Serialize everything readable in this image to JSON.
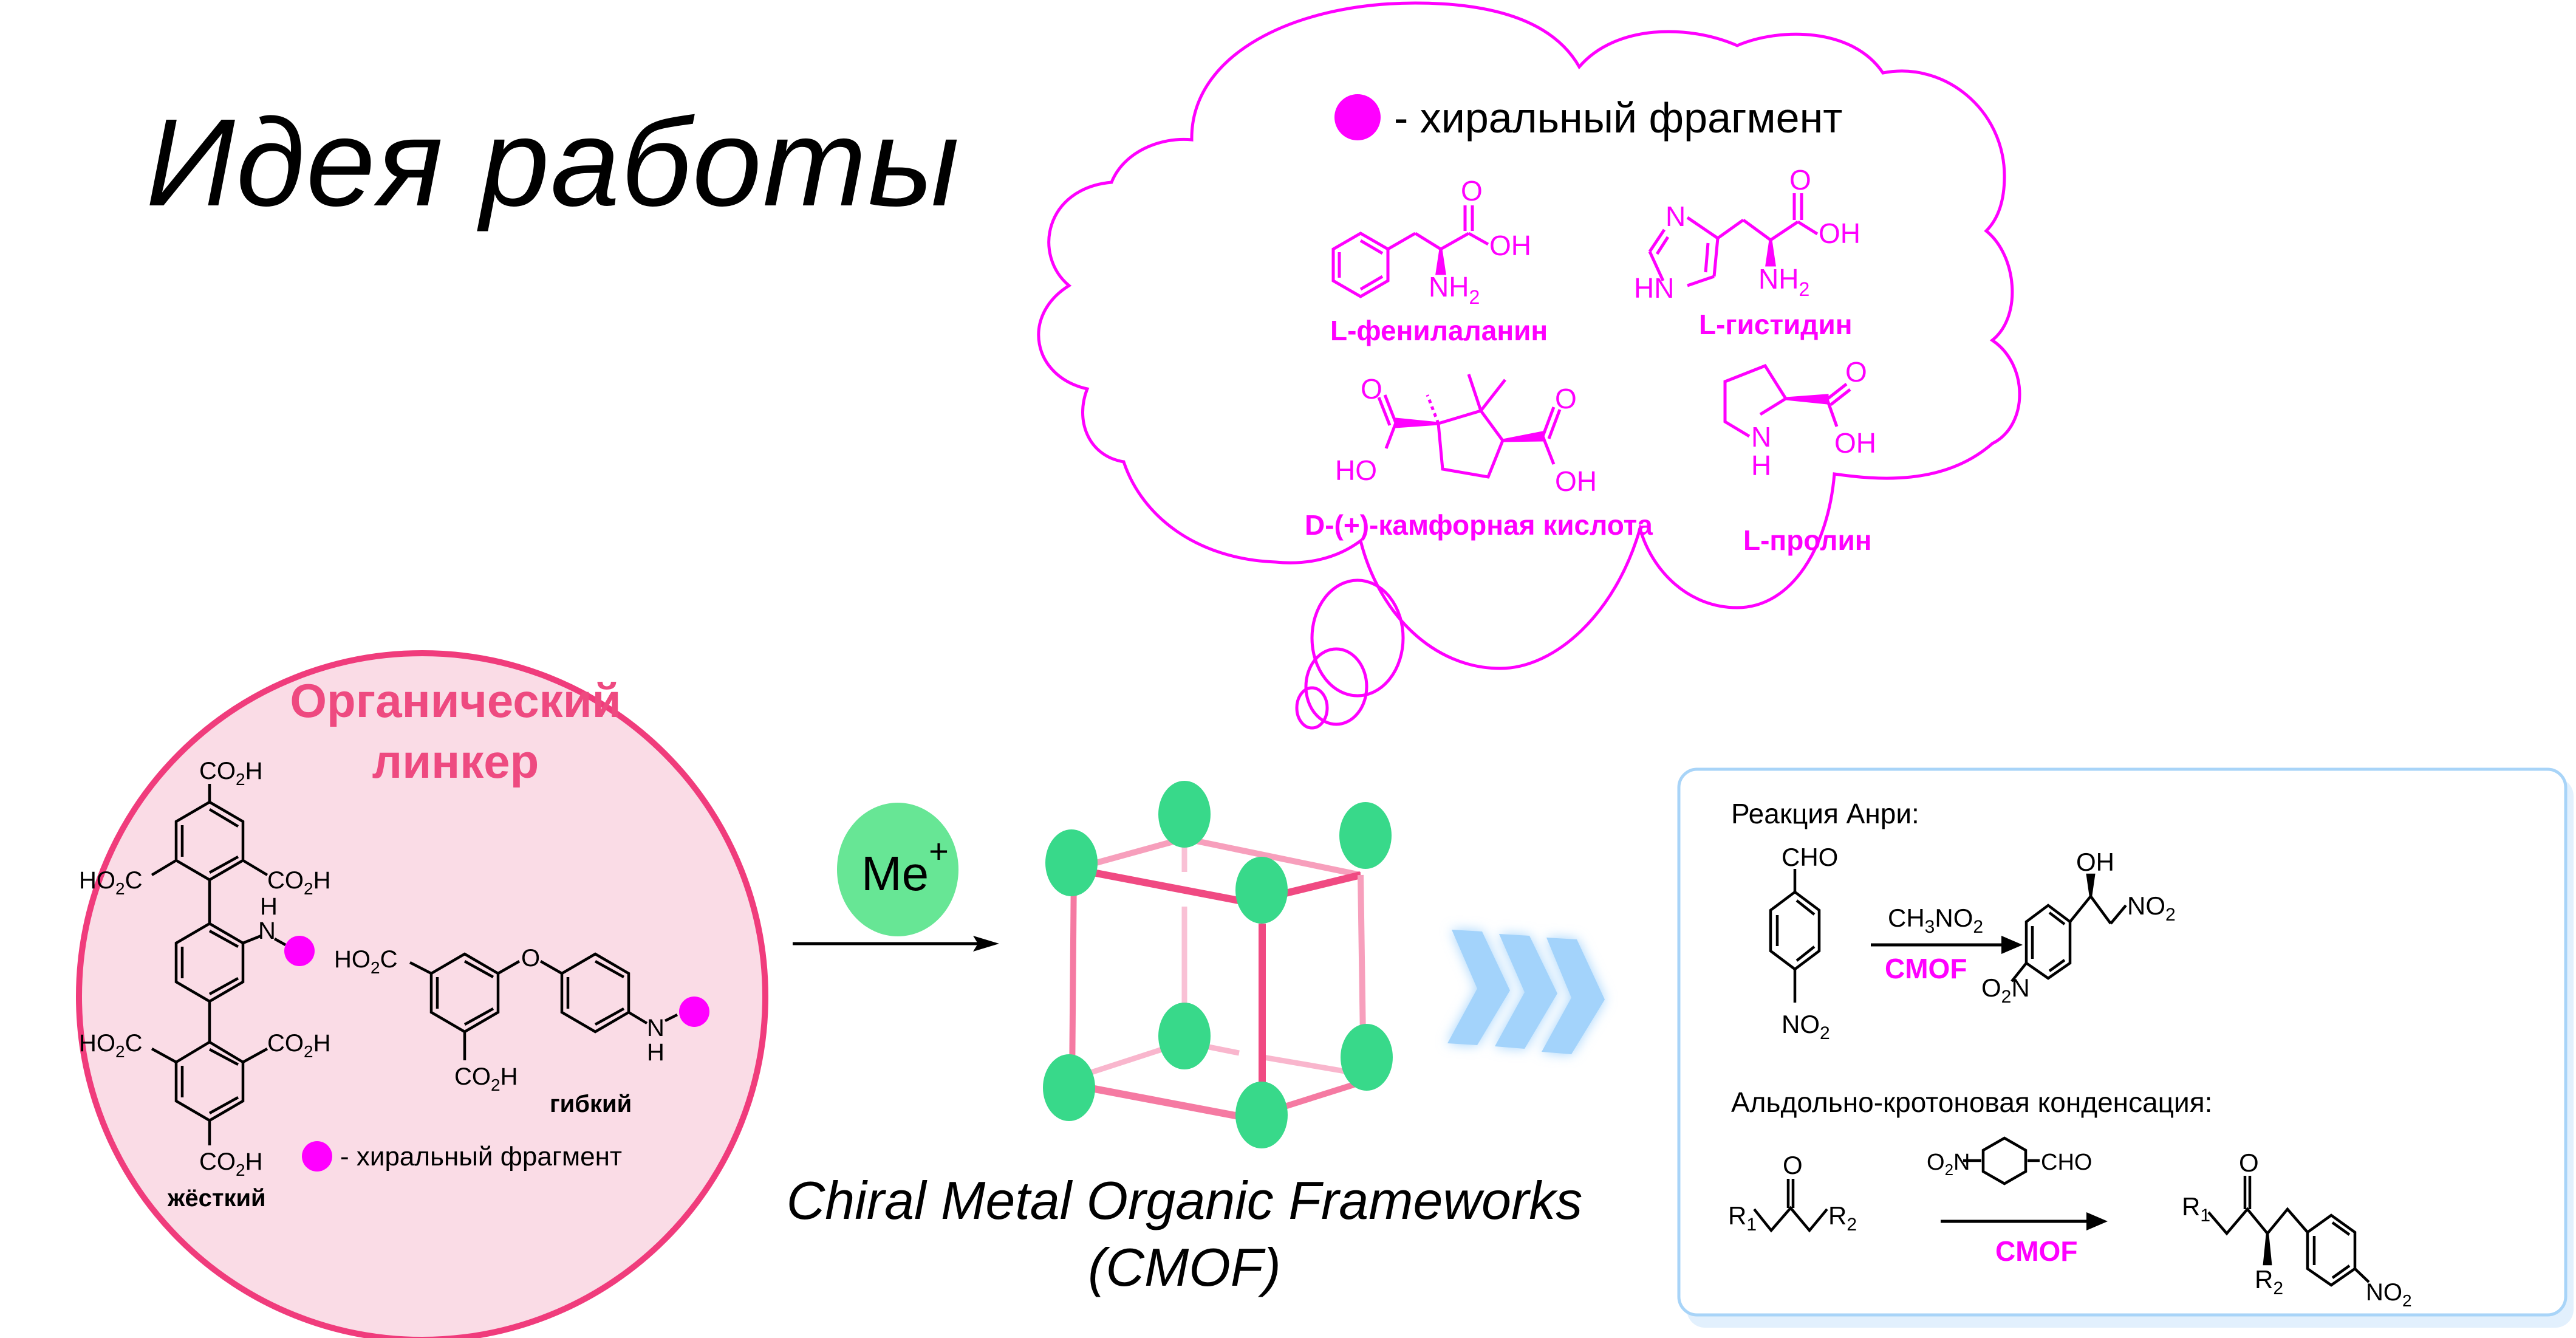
{
  "title": "Идея работы",
  "colors": {
    "magenta": "#ff00ff",
    "linker_circle_fill": "#fadce6",
    "linker_circle_stroke": "#f03c7c",
    "linker_title": "#ee4a80",
    "metal_node": "#38d98a",
    "metal_ion": "#67e695",
    "edge_dark": "#f04a82",
    "edge_mid": "#f57aa2",
    "edge_light": "#f9b6cd",
    "chevron": "#a3d3fb",
    "reaction_box_border": "#a8d4f8",
    "reaction_box_shadow": "#e2f0fd"
  },
  "cloud": {
    "legend_text": "- хиральный фрагмент",
    "legend_icon": "magenta-dot",
    "molecules": [
      {
        "name": "L-фенилаланин",
        "labels": {
          "carbonyl_o": "O",
          "hydroxyl": "OH",
          "amine": "NH",
          "amine_sub": "2"
        }
      },
      {
        "name": "L-гистидин",
        "labels": {
          "carbonyl_o": "O",
          "hydroxyl": "OH",
          "amine": "NH",
          "amine_sub": "2",
          "ring_n": "N",
          "ring_nh": "HN"
        }
      },
      {
        "name": "D-(+)-камфорная кислота",
        "labels": {
          "o1": "O",
          "ho": "HO",
          "o2": "O",
          "oh": "OH"
        }
      },
      {
        "name": "L-пролин",
        "labels": {
          "o": "O",
          "oh": "OH",
          "n": "N",
          "h": "H"
        }
      }
    ]
  },
  "linker": {
    "title_line1": "Органический",
    "title_line2": "линкер",
    "rigid_label": "жёсткий",
    "flexible_label": "гибкий",
    "legend_text": "- хиральный фрагмент",
    "groups": {
      "co2h": "CO",
      "co2h_sub": "2",
      "co2h_end": "H",
      "ho2c": "HO",
      "ho2c_sub": "2",
      "ho2c_end": "C",
      "nh_n": "N",
      "nh_h": "H",
      "ether_o": "O"
    }
  },
  "metal_ion": {
    "label": "Me",
    "charge": "+"
  },
  "framework": {
    "caption_line1": "Chiral Metal Organic Frameworks",
    "caption_line2": "(CMOF)"
  },
  "reactions": {
    "henry": {
      "title": "Реакция Анри:",
      "reagent_top": "CH",
      "reagent_sub1": "3",
      "reagent_mid": "NO",
      "reagent_sub2": "2",
      "catalyst": "CMOF",
      "sm_top": "CHO",
      "sm_bottom": "NO",
      "sm_bottom_sub": "2",
      "prod_oh": "OH",
      "prod_no2": "NO",
      "prod_no2_sub": "2",
      "prod_o2n_o": "O",
      "prod_o2n_sub": "2",
      "prod_o2n_n": "N"
    },
    "aldol": {
      "title": "Альдольно-кротоновая конденсация:",
      "catalyst": "CMOF",
      "r1": "R",
      "r1_sub": "1",
      "r2": "R",
      "r2_sub": "2",
      "ketone_o": "O",
      "reagent_o2n": "O",
      "reagent_o2n_sub": "2",
      "reagent_o2n_n": "N",
      "reagent_cho": "CHO",
      "prod_no2": "NO",
      "prod_no2_sub": "2"
    }
  }
}
